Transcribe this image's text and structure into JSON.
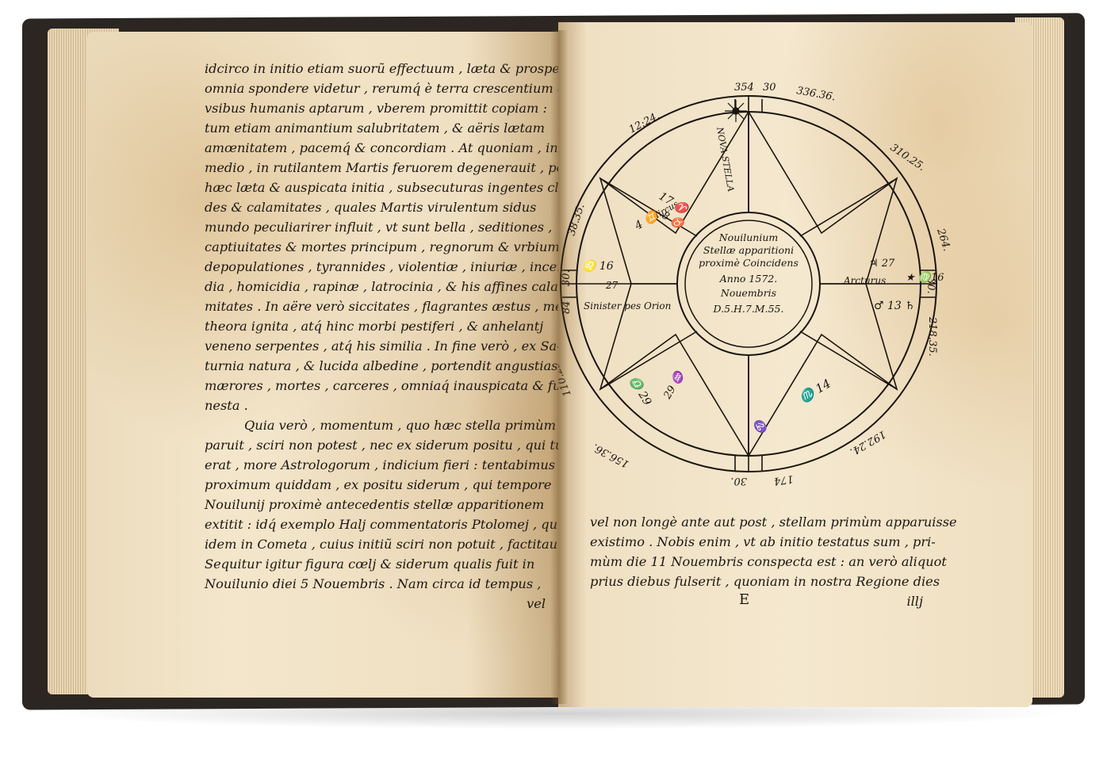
{
  "left_page": {
    "lines": [
      "idcirco in initio etiam suorũ effectuum , læta & prospera",
      "omnia spondere videtur , rerumq́ è terra crescentium &",
      "vsibus humanis aptarum , vberem promittit copiam :",
      "tum etiam animantium salubritatem , & aëris lætam",
      "amœnitatem , pacemq́ & concordiam . At quoniam , in",
      "medio , in rutilantem Martis feruorem degenerauit , post",
      "hæc læta & auspicata initia , subsecuturas ingentes cla-",
      "des & calamitates , quales Martis virulentum sidus",
      "mundo peculiarirer influit , vt sunt bella , seditiones ,",
      "captiuitates & mortes principum , regnorum & vrbium",
      "depopulationes , tyrannides , violentiæ , iniuriæ , incen-",
      "dia , homicidia , rapinæ , latrocinia , & his affines cala-",
      "mitates . In aëre verò siccitates , flagrantes æstus , me-",
      "theora ignita , atq́ hinc morbi pestiferi , & anhelantj",
      "veneno serpentes , atq́ his similia . In fine verò , ex Sa-",
      "turnia natura , & lucida albedine , portendit angustias ,",
      "mærores , mortes , carceres , omniaq́ inauspicata & fu-",
      "nesta .",
      "Quia verò , momentum , quo hæc stella primùm ap-",
      "paruit , sciri non potest , nec ex siderum positu , qui tunc",
      "erat , more Astrologorum , indicium fieri : tentabimus",
      "proximum quiddam , ex positu siderum , qui tempore",
      "Nouilunij proximè antecedentis stellæ apparitionem",
      "extitit : idq́ exemplo Halj commentatoris Ptolomej , qui",
      "idem in Cometa , cuius initiũ sciri non potuit , factitauit .",
      "Sequitur igitur figura cœlj & siderum qualis fuit in",
      "Nouilunio diei 5 Nouembris . Nam circa id tempus ,"
    ],
    "catchword": "vel"
  },
  "right_page": {
    "chart": {
      "center": [
        "Nouilunium",
        "Stellæ apparitioni",
        "proximè Coincidens",
        "Anno 1572.",
        "Nouembris",
        "D.5.H.7.M.55."
      ],
      "outer_labels": {
        "top_a": "354",
        "top_b": "30",
        "top_c": "336.36.",
        "upper_left": "12:24.",
        "upper_right": "310.25.",
        "left_upper": "38.35.",
        "right_upper": "264.",
        "left_mid": "84",
        "left_mid2": "30.",
        "right_mid": "30.",
        "right_lower": "218.35.",
        "left_lower": "110.25.",
        "lower_left": "156.36.",
        "lower_right": "192.24.",
        "bottom_a": "30.",
        "bottom_b": "174"
      },
      "star_labels": {
        "nova": "NOVA STELLA",
        "hircus": "Hircus",
        "arcturus": "Arcturus",
        "orion": "Sinister pes Orion"
      },
      "house_marks": {
        "h1": "♌ 16",
        "h2": "27",
        "h3": "4 ♊",
        "h4": "17 ♈",
        "h5": "8 ♉",
        "h6": "♃ 27",
        "h7": "★ ♍16",
        "h8": "♂ 13 ♄",
        "h9": "♎ 29",
        "h10": "♏ 14",
        "h11": "29 ♒",
        "h12": "♑"
      }
    },
    "lines": [
      "vel non longè ante aut post , stellam primùm apparuisse",
      "existimo . Nobis enim , vt ab initio testatus sum , pri-",
      "mùm die 11 Nouembris conspecta est : an verò aliquot",
      "prius diebus fulserit , quoniam in nostra Regione dies"
    ],
    "catchword": "illj",
    "signature": "E"
  }
}
